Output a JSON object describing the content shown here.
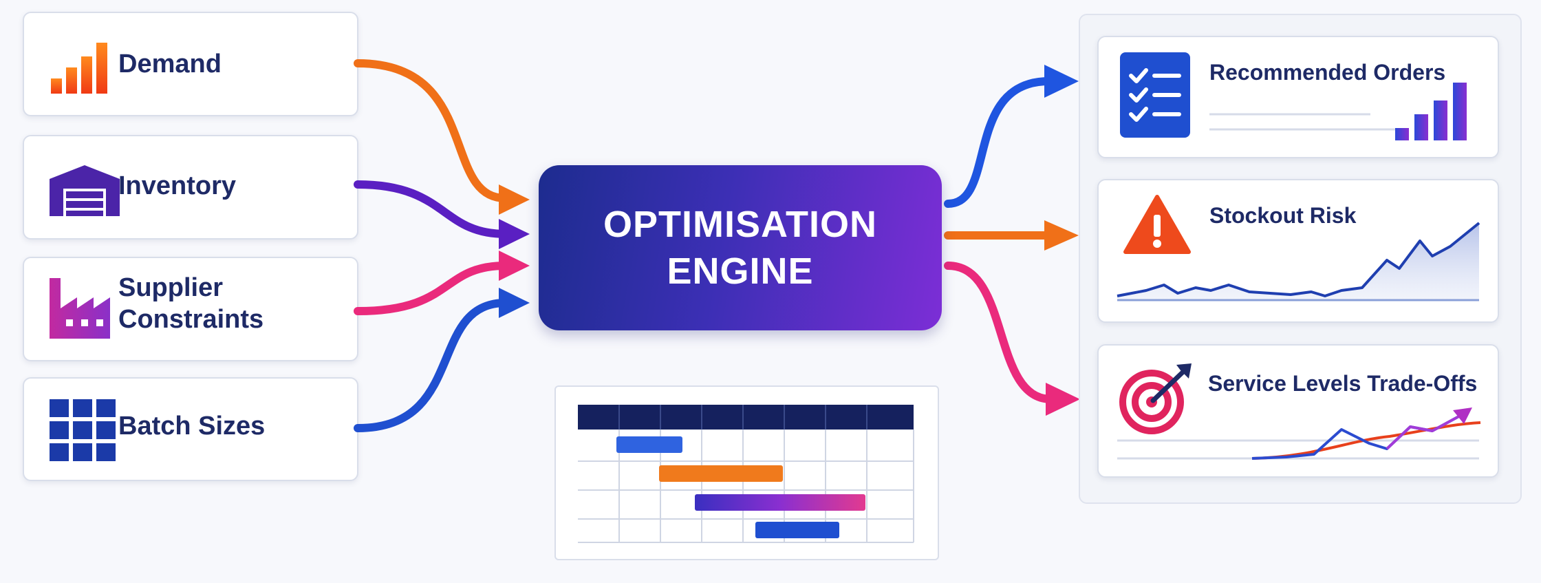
{
  "inputs": [
    {
      "label": "Demand",
      "icon": "bar-chart-icon",
      "color": "#ee5a24"
    },
    {
      "label": "Inventory",
      "icon": "warehouse-icon",
      "color": "#4b24a8"
    },
    {
      "label": "Supplier\nConstraints",
      "icon": "factory-icon",
      "color": "#b32ba8"
    },
    {
      "label": "Batch Sizes",
      "icon": "grid-icon",
      "color": "#1b3aa8"
    }
  ],
  "engine": {
    "title": "OPTIMISATION\nENGINE"
  },
  "outputs": [
    {
      "label": "Recommended Orders",
      "icon": "checklist-icon"
    },
    {
      "label": "Stockout Risk",
      "icon": "warning-icon"
    },
    {
      "label": "Service Levels Trade-Offs",
      "icon": "target-icon"
    }
  ],
  "colors": {
    "demand": "#f07018",
    "inventory": "#5a1fc2",
    "supplier": "#ea2a7c",
    "batch": "#1f4fd0",
    "engine_start": "#1d2c8f",
    "engine_end": "#7c2ed6",
    "navy": "#1e2a66"
  }
}
